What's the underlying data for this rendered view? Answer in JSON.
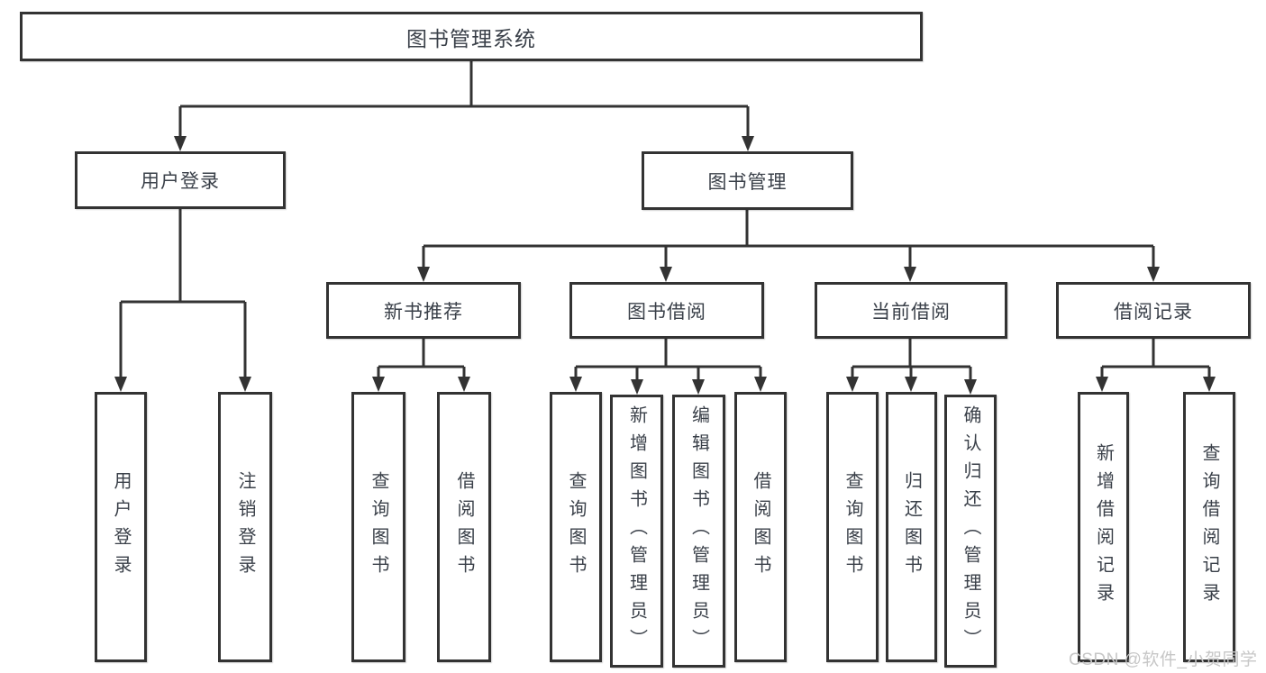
{
  "tree": {
    "label": "图书管理系统",
    "children": [
      {
        "label": "用户登录",
        "children": [
          {
            "label": "用户登录"
          },
          {
            "label": "注销登录"
          }
        ]
      },
      {
        "label": "图书管理",
        "children": [
          {
            "label": "新书推荐",
            "children": [
              {
                "label": "查询图书"
              },
              {
                "label": "借阅图书"
              }
            ]
          },
          {
            "label": "图书借阅",
            "children": [
              {
                "label": "查询图书"
              },
              {
                "label": "新增图书（管理员）"
              },
              {
                "label": "编辑图书（管理员）"
              },
              {
                "label": "借阅图书"
              }
            ]
          },
          {
            "label": "当前借阅",
            "children": [
              {
                "label": "查询图书"
              },
              {
                "label": "归还图书"
              },
              {
                "label": "确认归还（管理员）"
              }
            ]
          },
          {
            "label": "借阅记录",
            "children": [
              {
                "label": "新增借阅记录"
              },
              {
                "label": "查询借阅记录"
              }
            ]
          }
        ]
      }
    ]
  },
  "watermark": {
    "text": "CSDN @软件_小贺同学"
  },
  "colors": {
    "line": "#333333",
    "box_border": "#333333",
    "text": "#3a4049",
    "watermark": "#c7c7c7",
    "background": "#ffffff"
  }
}
